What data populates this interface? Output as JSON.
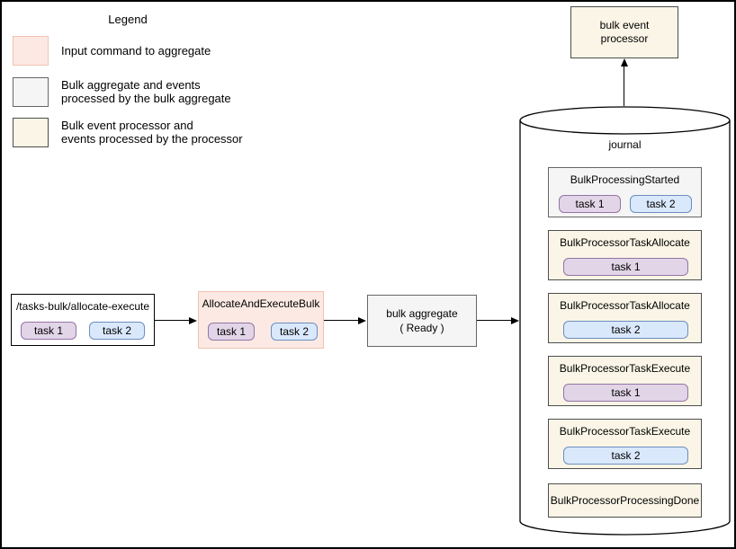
{
  "legend": {
    "title": "Legend",
    "items": [
      {
        "label": "Input command to aggregate",
        "color_fill": "#FCE9E3",
        "color_border": "#F0C3B2"
      },
      {
        "label": "Bulk aggregate and events\nprocessed by the bulk aggregate",
        "color_fill": "#F5F5F5",
        "color_border": "#666666"
      },
      {
        "label": "Bulk event processor and\nevents processed by the processor",
        "color_fill": "#FAF5E6",
        "color_border": "#4D4D4D"
      }
    ]
  },
  "processor": {
    "label": "bulk event processor"
  },
  "journal": {
    "title": "journal",
    "events": [
      {
        "title": "BulkProcessingStarted",
        "tasks": [
          "task 1",
          "task 2"
        ]
      },
      {
        "title": "BulkProcessorTaskAllocate",
        "tasks": [
          "task 1"
        ]
      },
      {
        "title": "BulkProcessorTaskAllocate",
        "tasks": [
          "task 2"
        ]
      },
      {
        "title": "BulkProcessorTaskExecute",
        "tasks": [
          "task 1"
        ]
      },
      {
        "title": "BulkProcessorTaskExecute",
        "tasks": [
          "task 2"
        ]
      },
      {
        "title": "BulkProcessorProcessingDone",
        "tasks": []
      }
    ]
  },
  "flow": {
    "input": {
      "title": "/tasks-bulk/allocate-execute",
      "tasks": [
        "task 1",
        "task 2"
      ]
    },
    "command": {
      "title": "AllocateAndExecuteBulk",
      "tasks": [
        "task 1",
        "task 2"
      ]
    },
    "aggregate": {
      "title": "bulk aggregate",
      "subtitle": "( Ready )"
    }
  },
  "task_colors": {
    "task1_fill": "#E1D5E7",
    "task1_border": "#9673A6",
    "task2_fill": "#DAE8FC",
    "task2_border": "#6C8EBF"
  }
}
